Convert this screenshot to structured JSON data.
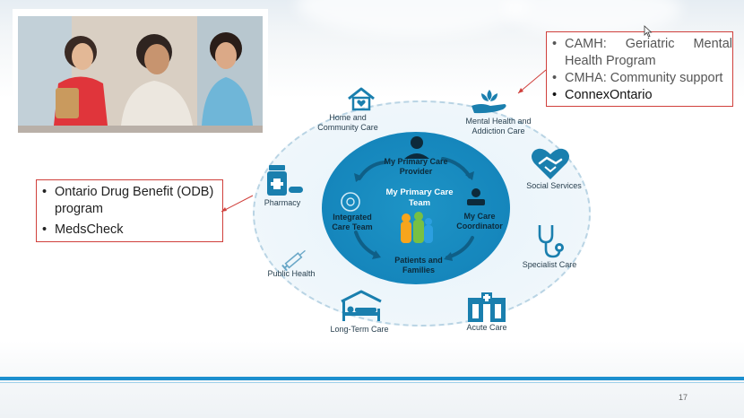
{
  "slide": {
    "page_number": "17"
  },
  "callouts": {
    "right_items": [
      "CAMH: Geriatric Mental Health Program",
      "CMHA: Community support",
      "ConnexOntario"
    ],
    "left_items": [
      "Ontario Drug Benefit (ODB) program",
      "MedsCheck"
    ]
  },
  "diagram": {
    "center_title": "My Primary Care Team",
    "inner_nodes": {
      "provider": "My Primary Care Provider",
      "coordinator": "My Care Coordinator",
      "patients": "Patients and Families",
      "integrated": "Integrated Care Team"
    },
    "outer_nodes": {
      "home": "Home and Community Care",
      "mental": "Mental Health and Addiction Care",
      "social": "Social Services",
      "specialist": "Specialist Care",
      "acute": "Acute Care",
      "ltc": "Long-Term Care",
      "public": "Public Health",
      "pharmacy": "Pharmacy"
    }
  },
  "colors": {
    "accent": "#1586bc",
    "outer_icon": "#1a7fae",
    "callout_border": "#d0403c",
    "bottom_bar": "#1c8fcf"
  },
  "icons": {
    "home": "house-heart-icon",
    "mental": "lotus-hand-icon",
    "social": "handshake-heart-icon",
    "specialist": "stethoscope-icon",
    "acute": "hospital-icon",
    "ltc": "hospital-bed-icon",
    "public": "syringe-icon",
    "pharmacy": "medicine-bottle-icon"
  }
}
